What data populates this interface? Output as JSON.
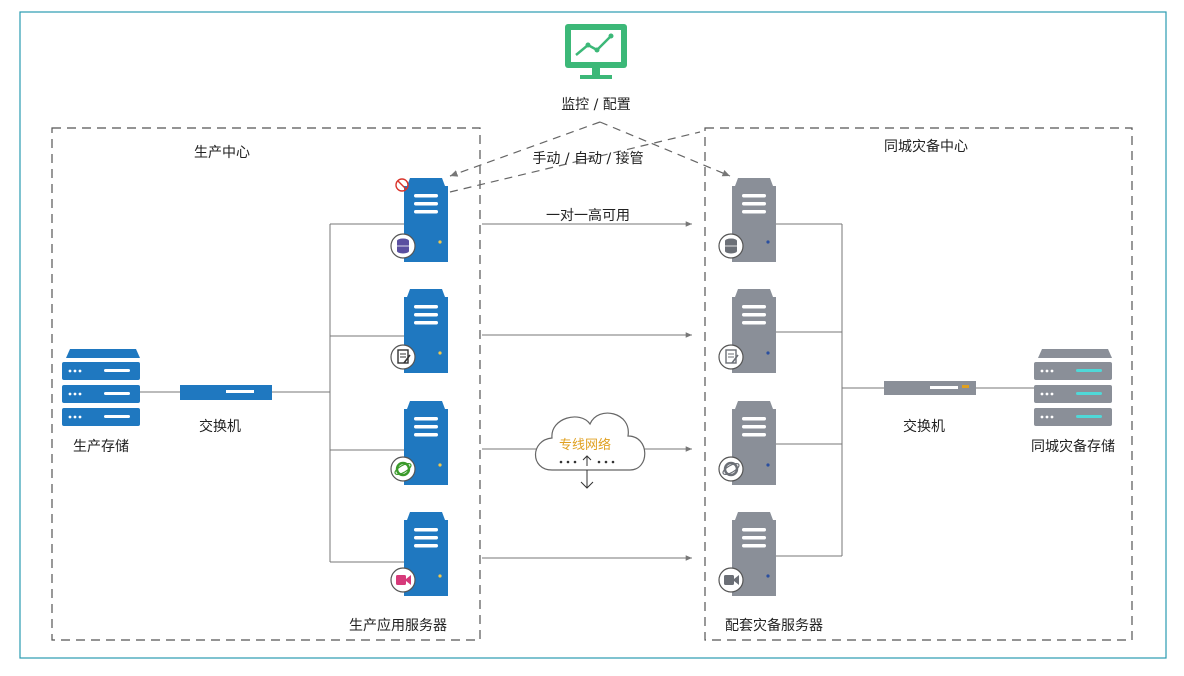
{
  "monitor": {
    "label": "监控 / 配置"
  },
  "production_center": {
    "title": "生产中心",
    "storage_label": "生产存储",
    "switch_label": "交换机",
    "servers_label": "生产应用服务器"
  },
  "dr_center": {
    "title": "同城灾备中心",
    "storage_label": "同城灾备存储",
    "switch_label": "交换机",
    "servers_label": "配套灾备服务器"
  },
  "links": {
    "takeover_label": "手动 / 自动 / 接管",
    "ha_label": "一对一高可用",
    "network_label": "专线网络"
  },
  "colors": {
    "frame": "#2a9bb0",
    "prod_server": "#1f78c0",
    "dr_server": "#8a8f98",
    "monitor": "#3cb878",
    "network_text": "#e0a020",
    "line": "#777777"
  },
  "server_icons": [
    "database-icon",
    "document-icon",
    "ie-browser-icon",
    "video-camera-icon"
  ]
}
